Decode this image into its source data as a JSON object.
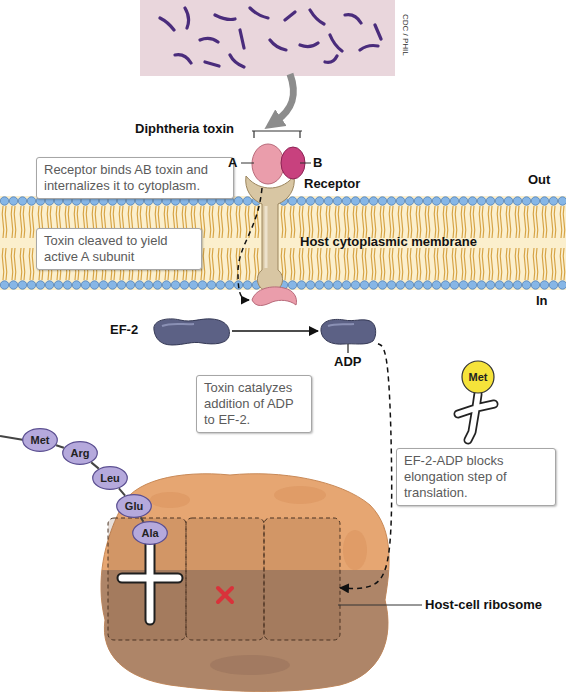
{
  "diagram": {
    "nodes": [
      {
        "text": [
          "Receptor binds AB toxin and internalizes it to cytoplasm."
        ]
      },
      {
        "text": [
          "Toxin cleaved to yield active A subunit"
        ]
      },
      {
        "text": [
          "EF-2"
        ]
      },
      {
        "text": [
          "ADP"
        ]
      },
      {
        "text": [
          "Toxin catalyzes addition of ADP to EF-2."
        ]
      },
      {
        "text": [
          "Met"
        ]
      },
      {
        "text": [
          "EF-2-ADP blocks elongation step of translation."
        ]
      },
      {
        "text": [
          "Host-cell ribosome"
        ]
      },
      {
        "text": [
          "Met"
        ]
      },
      {
        "text": [
          "Arg"
        ]
      },
      {
        "text": [
          "Leu"
        ]
      },
      {
        "text": [
          "Glu"
        ]
      },
      {
        "text": [
          "Ala"
        ]
      }
    ],
    "edges": [
      {
        "from": 2,
        "to": 3,
        "arrow": "to"
      },
      {
        "from": 3,
        "to": 7,
        "arrow": "to"
      },
      {
        "from": 8,
        "to": 9,
        "arrow": "none"
      },
      {
        "from": 9,
        "to": 10,
        "arrow": "none"
      },
      {
        "from": 10,
        "to": 11,
        "arrow": "none"
      },
      {
        "from": 11,
        "to": 12,
        "arrow": "none"
      }
    ],
    "labels": [
      "CDC / PHIL",
      "Diphtheria toxin",
      "A",
      "B",
      "Receptor",
      "Out",
      "Host cytoplasmic membrane",
      "In"
    ]
  }
}
